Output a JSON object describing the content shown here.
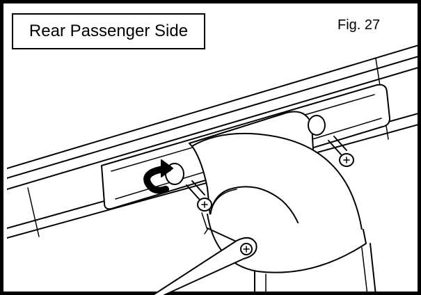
{
  "caption": {
    "title": "Rear Passenger Side",
    "figure": "Fig. 27"
  },
  "diagram": {
    "parts": [
      "crossbar",
      "bracket",
      "vertical-tube",
      "bolt",
      "allen-wrench",
      "rotation-arrow-icon"
    ]
  }
}
